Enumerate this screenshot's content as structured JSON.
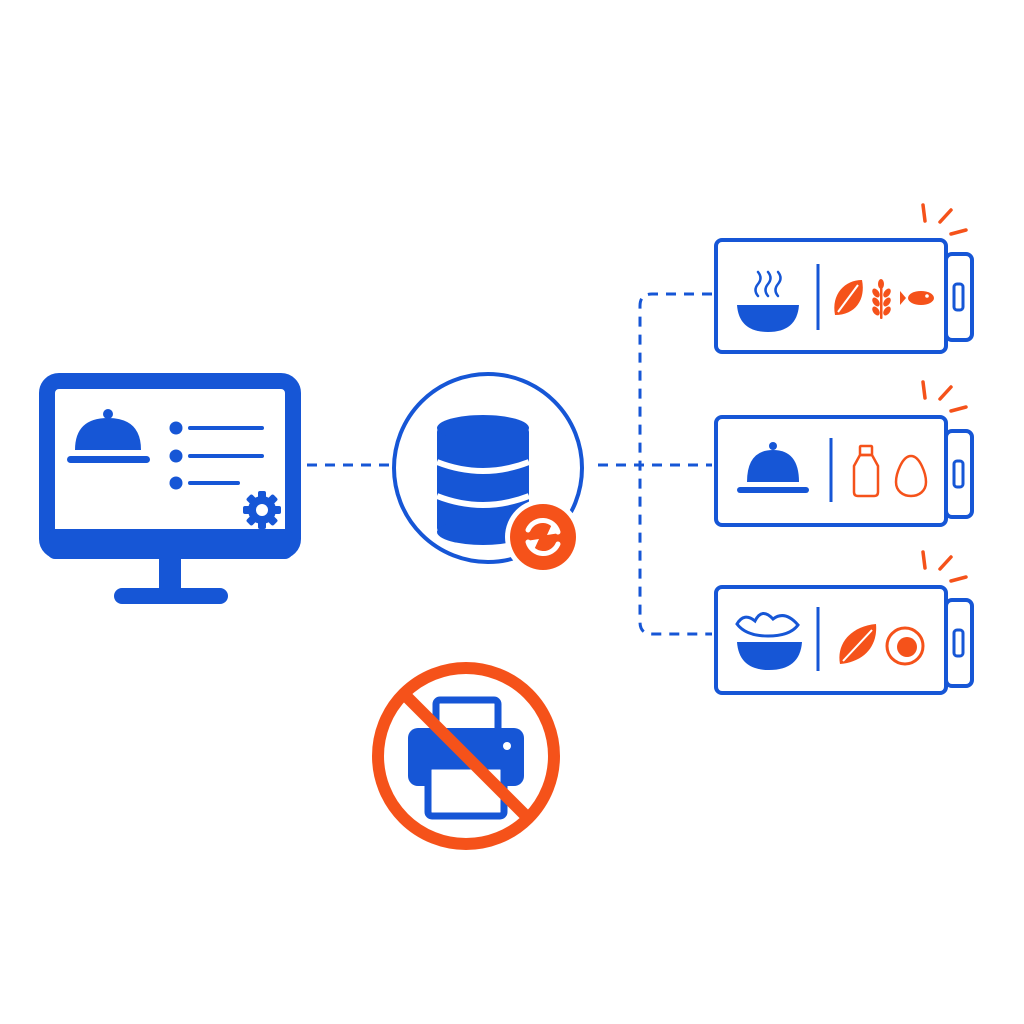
{
  "colors": {
    "primary": "#1656d6",
    "accent": "#f5521a",
    "background": "#ffffff"
  },
  "nodes": {
    "admin_console": {
      "icon": "monitor-icon",
      "contents": [
        "cloche-icon",
        "list-lines",
        "gear-icon"
      ]
    },
    "central_database": {
      "icon": "database-icon",
      "badge": "sync-icon"
    },
    "no_print": {
      "icon": "printer-icon",
      "overlay": "prohibited-icon"
    }
  },
  "displays": [
    {
      "dish_icon": "soup-bowl-icon",
      "allergen_icons": [
        "leaf-icon",
        "wheat-icon",
        "fish-icon"
      ],
      "status": "active-signal"
    },
    {
      "dish_icon": "cloche-icon",
      "allergen_icons": [
        "milk-bottle-icon",
        "egg-icon"
      ],
      "status": "active-signal"
    },
    {
      "dish_icon": "salad-bowl-icon",
      "allergen_icons": [
        "leaf-icon",
        "nut-icon"
      ],
      "status": "active-signal"
    }
  ],
  "connections": [
    {
      "from": "admin_console",
      "to": "central_database",
      "style": "dashed"
    },
    {
      "from": "central_database",
      "to": "display-1",
      "style": "dashed"
    },
    {
      "from": "central_database",
      "to": "display-2",
      "style": "dashed"
    },
    {
      "from": "central_database",
      "to": "display-3",
      "style": "dashed"
    }
  ]
}
